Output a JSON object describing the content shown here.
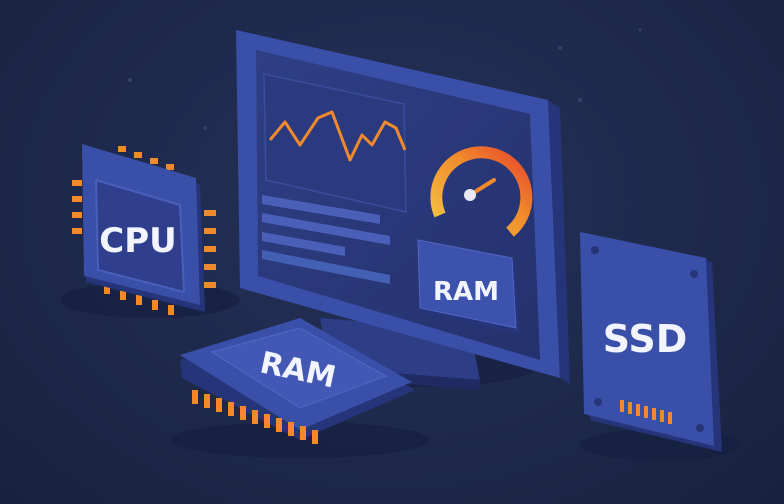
{
  "illustration": {
    "cpu_label": "CPU",
    "monitor_ram_label": "RAM",
    "ram_stick_label": "RAM",
    "ssd_label": "SSD",
    "colors": {
      "background": "#1e2a4b",
      "device_blue": "#3a4fa8",
      "device_dark": "#26347a",
      "accent_orange": "#f08a2c",
      "gauge_yellow": "#f5c542",
      "gauge_red": "#e8452c"
    }
  }
}
